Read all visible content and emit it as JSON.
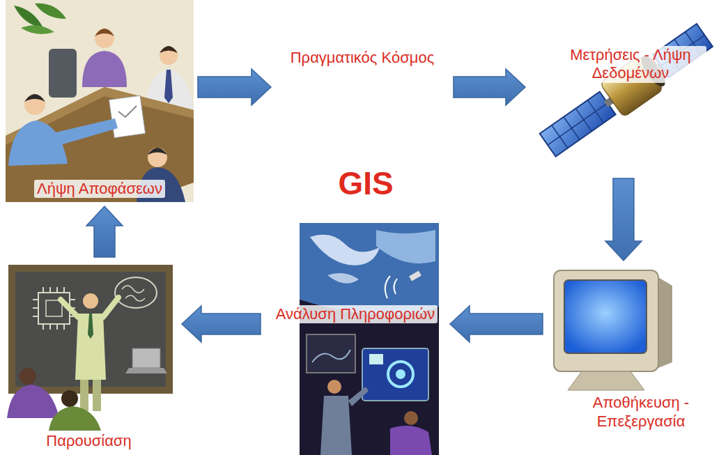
{
  "diagram": {
    "title": "GIS",
    "nodes": [
      {
        "text": [
          "Λήψη Αποφάσεων"
        ]
      },
      {
        "text": [
          "Πραγματικός Κόσμος"
        ]
      },
      {
        "text": [
          "Μετρήσεις - Λήψη Δεδομένων"
        ]
      },
      {
        "text": [
          "Αποθήκευση - Επεξεργασία"
        ]
      },
      {
        "text": [
          "Ανάλυση Πληροφοριών"
        ]
      },
      {
        "text": [
          "Παρουσίαση"
        ]
      }
    ],
    "edges": [
      {
        "from": 0,
        "to": 1,
        "arrow": "to"
      },
      {
        "from": 1,
        "to": 2,
        "arrow": "to"
      },
      {
        "from": 2,
        "to": 3,
        "arrow": "to"
      },
      {
        "from": 3,
        "to": 4,
        "arrow": "to"
      },
      {
        "from": 4,
        "to": 5,
        "arrow": "to"
      },
      {
        "from": 5,
        "to": 0,
        "arrow": "to"
      }
    ]
  }
}
